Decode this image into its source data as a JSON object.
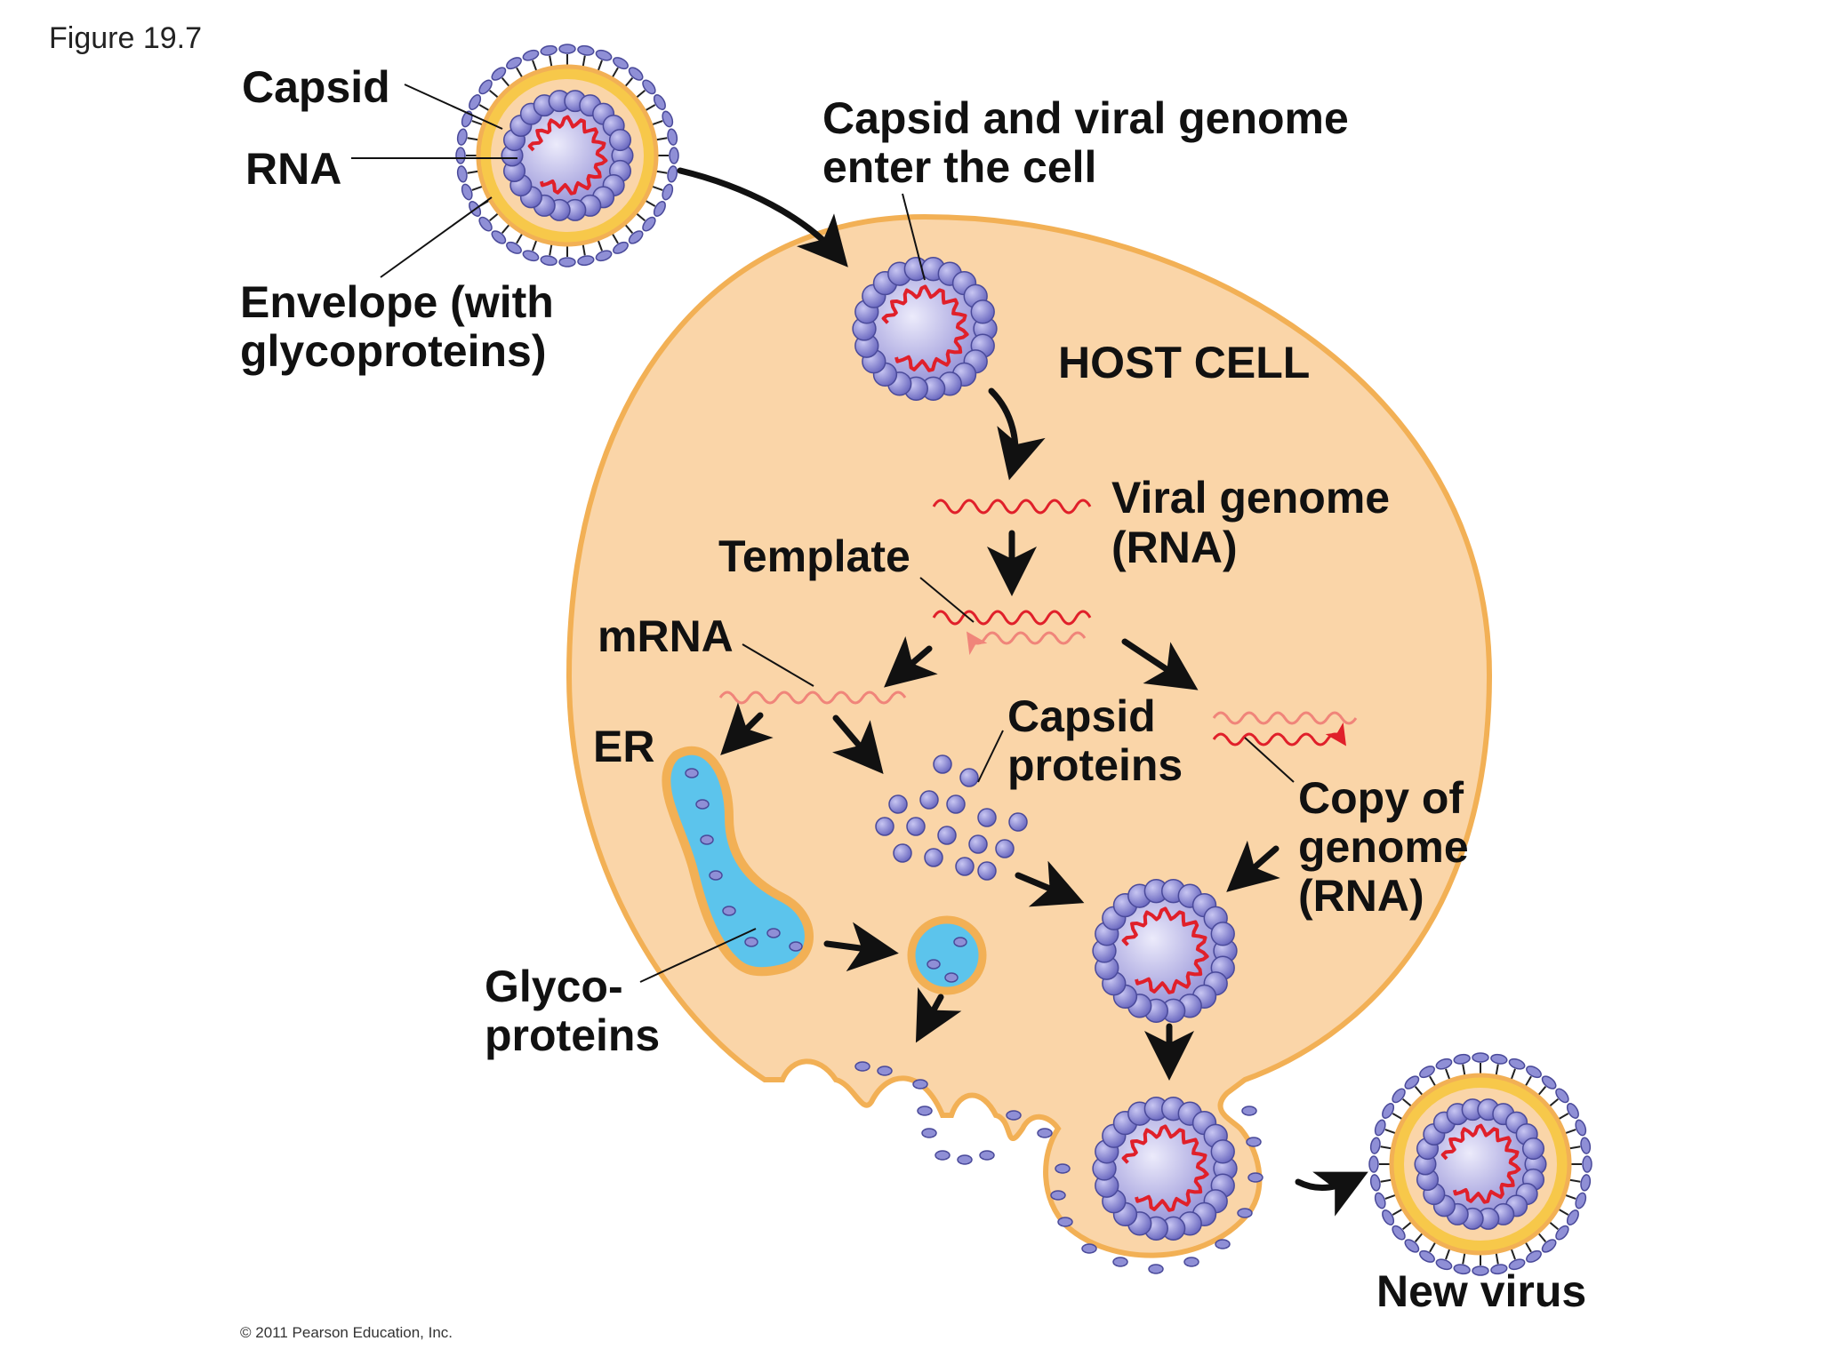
{
  "figure_label": "Figure 19.7",
  "copyright": "© 2011 Pearson Education, Inc.",
  "labels": {
    "capsid": "Capsid",
    "rna": "RNA",
    "envelope_line1": "Envelope (with",
    "envelope_line2": "glycoproteins)",
    "enter_line1": "Capsid and viral genome",
    "enter_line2": "enter the cell",
    "host_cell": "HOST CELL",
    "viral_genome_line1": "Viral genome",
    "viral_genome_line2": "(RNA)",
    "template": "Template",
    "mrna": "mRNA",
    "er": "ER",
    "capsid_proteins_line1": "Capsid",
    "capsid_proteins_line2": "proteins",
    "copy_line1": "Copy of",
    "copy_line2": "genome",
    "copy_line3": "(RNA)",
    "glyco_line1": "Glyco-",
    "glyco_line2": "proteins",
    "new_virus": "New virus"
  },
  "colors": {
    "cell_fill": "#fad5a8",
    "cell_border": "#f2b055",
    "capsomere": "#8f8fd6",
    "capsomere_stroke": "#4a4a9a",
    "capsid_core": "#c9c6ee",
    "rna": "#e0202a",
    "mrna": "#f0857a",
    "er_fill": "#5cc4ec",
    "envelope": "#f7c84a",
    "arrow": "#111111"
  }
}
